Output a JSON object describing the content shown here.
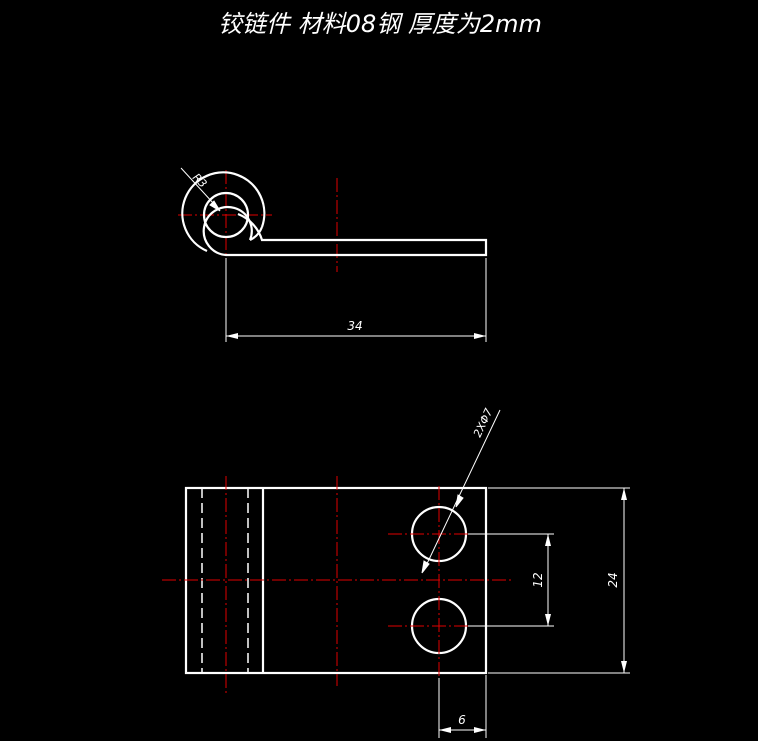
{
  "title": "铰链件   材料08钢  厚度为2mm",
  "dimensions": {
    "radius": "R3",
    "length": "34",
    "holes": "2XΦ7",
    "hole_spacing": "12",
    "width": "24",
    "hole_offset": "6"
  },
  "colors": {
    "background": "#000000",
    "outline": "#ffffff",
    "centerline": "#e00000"
  }
}
